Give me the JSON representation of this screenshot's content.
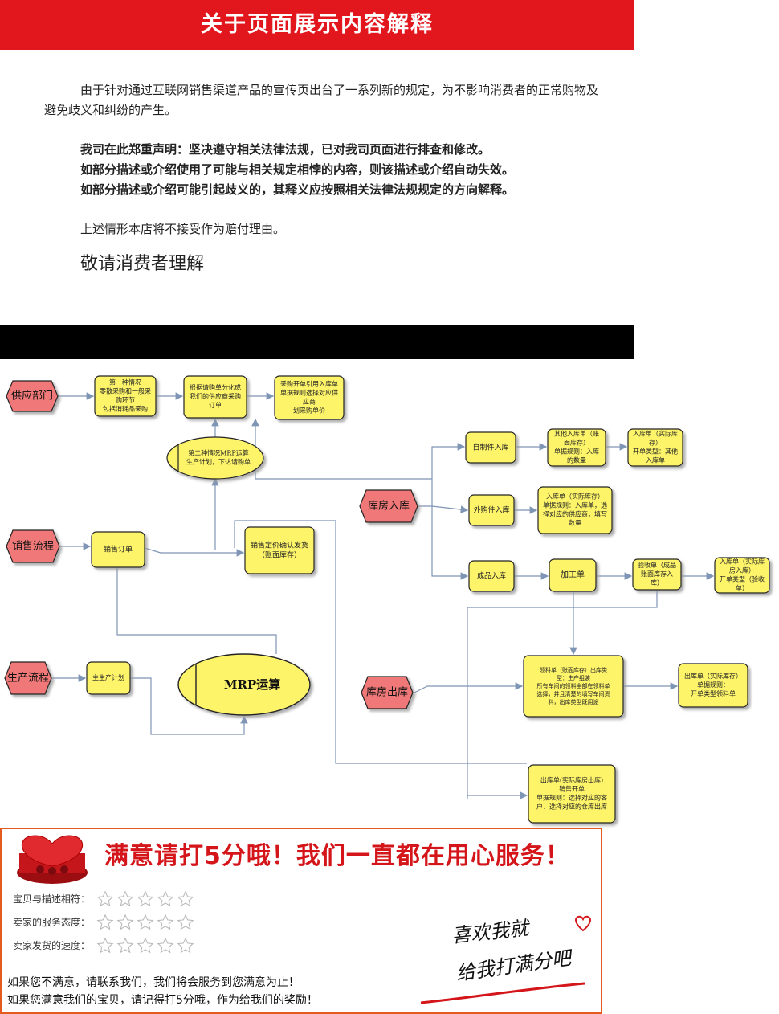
{
  "banner": {
    "title": "关于页面展示内容解释"
  },
  "notice": {
    "intro": "由于针对通过互联网销售渠道产品的宣传页出台了一系列新的规定，为不影响消费者的正常购物及避免歧义和纠纷的产生。",
    "statements": [
      "我司在此郑重声明：坚决遵守相关法律法规，已对我司页面进行排查和修改。",
      "如部分描述或介绍使用了可能与相关规定相悖的内容，则该描述或介绍自动失效。",
      "如部分描述或介绍可能引起歧义的，其释义应按照相关法律法规规定的方向解释。"
    ],
    "no_compensation": "上述情形本店将不接受作为赔付理由。",
    "closing": "敬请消费者理解"
  },
  "flowchart": {
    "hexagons": {
      "supply": "供应部门",
      "sales": "销售流程",
      "production": "生产流程",
      "warehouse_in": "库房入库",
      "warehouse_out": "库房出库"
    },
    "boxes": {
      "case1": [
        "第一种情况",
        "零散采购和一般采",
        "购环节",
        "包括消耗品采购"
      ],
      "purchase_req": [
        "根据请购单分化成",
        "我们的供应商采购",
        "订单"
      ],
      "purchase_open": [
        "采购开单引用入库单",
        "单据规则选择对应供",
        "应商",
        "划采购单价"
      ],
      "self_made": [
        "自制件入库"
      ],
      "other_in": [
        "其他入库单（账",
        "面库存）",
        "单据规则：入库",
        "的数量"
      ],
      "in_actual1": [
        "入库单（实际库",
        "存）",
        "开单类型：其他",
        "入库单"
      ],
      "outsourced": [
        "外购件入库"
      ],
      "in_actual2": [
        "入库单（实际库存）",
        "单据规则：入库单，选",
        "择对应的供应商，填写",
        "数量"
      ],
      "sales_order": [
        "销售订单"
      ],
      "sales_confirm": [
        "销售定价确认发货",
        "（账面库存）"
      ],
      "finished_in": [
        "成品入库"
      ],
      "processing": [
        "加工单"
      ],
      "acceptance": [
        "验收单（成品",
        "账面库存入",
        "库）"
      ],
      "in_actual3": [
        "入库单（实际库",
        "房入库）",
        "开单类型（验收",
        "单）"
      ],
      "production_plan": [
        "主生产计划"
      ],
      "picking": [
        "领料单（账面库存）出库类",
        "型：生产组装",
        "所有车间的领料全部在领料单",
        "选择，并且清楚的填写车间资",
        "料，出库类型既用途"
      ],
      "out_actual1": [
        "出库单（实际库存）",
        "单据规则：",
        "开单类型领料单"
      ],
      "out_actual2": [
        "出库单(实际库房出库)",
        "销售开单",
        "单据规则：选择对应的客",
        "户，选择对应的仓库出库"
      ]
    },
    "ellipses": {
      "mrp_case2": [
        "第二种情况MRP运算",
        "生产计划，下达请购单"
      ],
      "mrp": "MRP运算"
    },
    "colors": {
      "hex_fill": "#f07878",
      "box_fill": "#fdf46a",
      "line": "#7f95b5"
    }
  },
  "review": {
    "headline": "满意请打5分哦！我们一直都在用心服务！",
    "ratings": [
      {
        "label": "宝贝与描述相符：",
        "stars": 5
      },
      {
        "label": "卖家的服务态度：",
        "stars": 5
      },
      {
        "label": "卖家发货的速度：",
        "stars": 5
      }
    ],
    "handwriting_1": "喜欢我就",
    "handwriting_2": "给我打满分吧",
    "footer": [
      "如果您不满意，请联系我们，我们将会服务到您满意为止！",
      "如果您满意我们的宝贝，请记得打5分哦，作为给我们的奖励！"
    ]
  }
}
